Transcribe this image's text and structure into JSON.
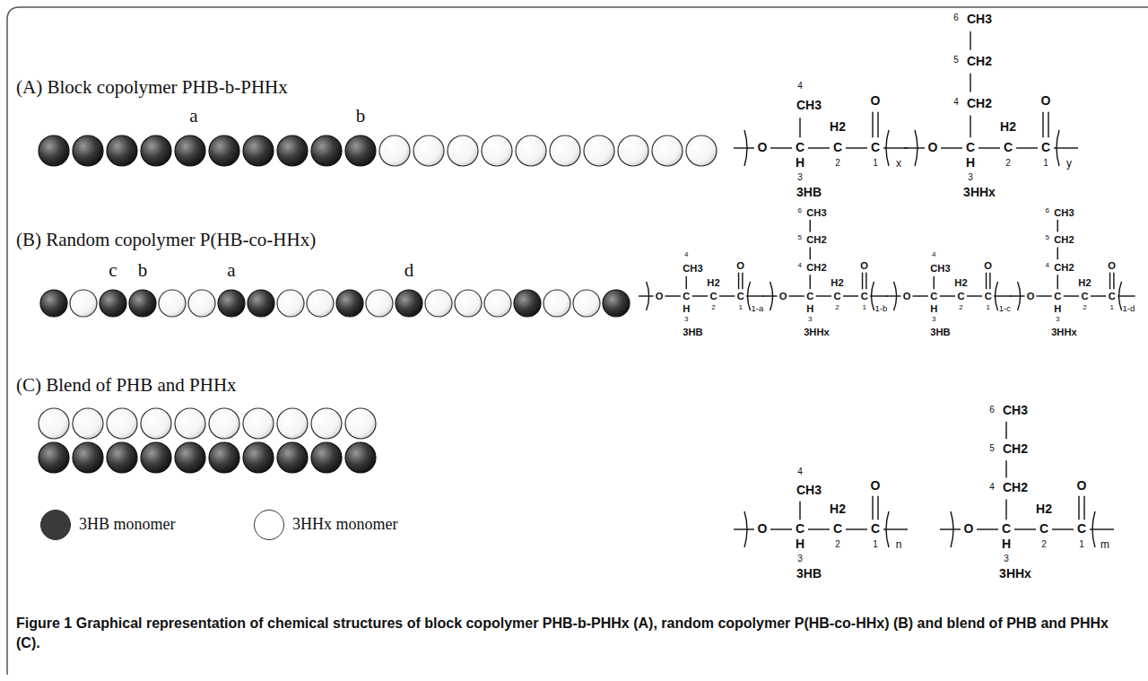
{
  "diagram": {
    "caption": "Figure 1 Graphical representation of chemical structures of block copolymer PHB-b-PHHx (A), random copolymer P(HB-co-HHx) (B) and blend of PHB and PHHx (C).",
    "labels": [
      "(A) Block copolymer PHB-b-PHHx",
      "a",
      "b",
      "(B) Random copolymer P(HB-co-HHx)",
      "c",
      "b",
      "a",
      "d",
      "(C) Blend of PHB and PHHx",
      "4",
      "CH3",
      "O",
      "C",
      "H",
      "3",
      "H2",
      "C",
      "2",
      "O",
      "C",
      "1",
      "x",
      "3HB",
      "6",
      "CH3",
      "5",
      "CH2",
      "4",
      "CH2",
      "O",
      "C",
      "H",
      "3",
      "H2",
      "C",
      "2",
      "O",
      "C",
      "1",
      "y",
      "3HHx",
      "4",
      "CH3",
      "O",
      "C",
      "H",
      "3",
      "H2",
      "C",
      "2",
      "O",
      "C",
      "1",
      "1-a",
      "3HB",
      "6",
      "CH3",
      "5",
      "CH2",
      "4",
      "CH2",
      "O",
      "C",
      "H",
      "3",
      "H2",
      "C",
      "2",
      "O",
      "C",
      "1",
      "1-b",
      "3HHx",
      "4",
      "CH3",
      "O",
      "C",
      "H",
      "3",
      "H2",
      "C",
      "2",
      "O",
      "C",
      "1",
      "1-c",
      "3HB",
      "6",
      "CH3",
      "5",
      "CH2",
      "4",
      "CH2",
      "O",
      "C",
      "H",
      "3",
      "H2",
      "C",
      "2",
      "O",
      "C",
      "1",
      "1-d",
      "3HHx",
      "4",
      "CH3",
      "O",
      "C",
      "H",
      "3",
      "H2",
      "C",
      "2",
      "O",
      "C",
      "1",
      "n",
      "3HB",
      "6",
      "CH3",
      "5",
      "CH2",
      "4",
      "CH2",
      "O",
      "C",
      "H",
      "3",
      "H2",
      "C",
      "2",
      "O",
      "C",
      "1",
      "m",
      "3HHx"
    ],
    "legend": [
      {
        "text": "3HB monomer",
        "color": "#3a3a3a"
      },
      {
        "text": "3HHx monomer",
        "color": "#ffffff"
      }
    ]
  }
}
